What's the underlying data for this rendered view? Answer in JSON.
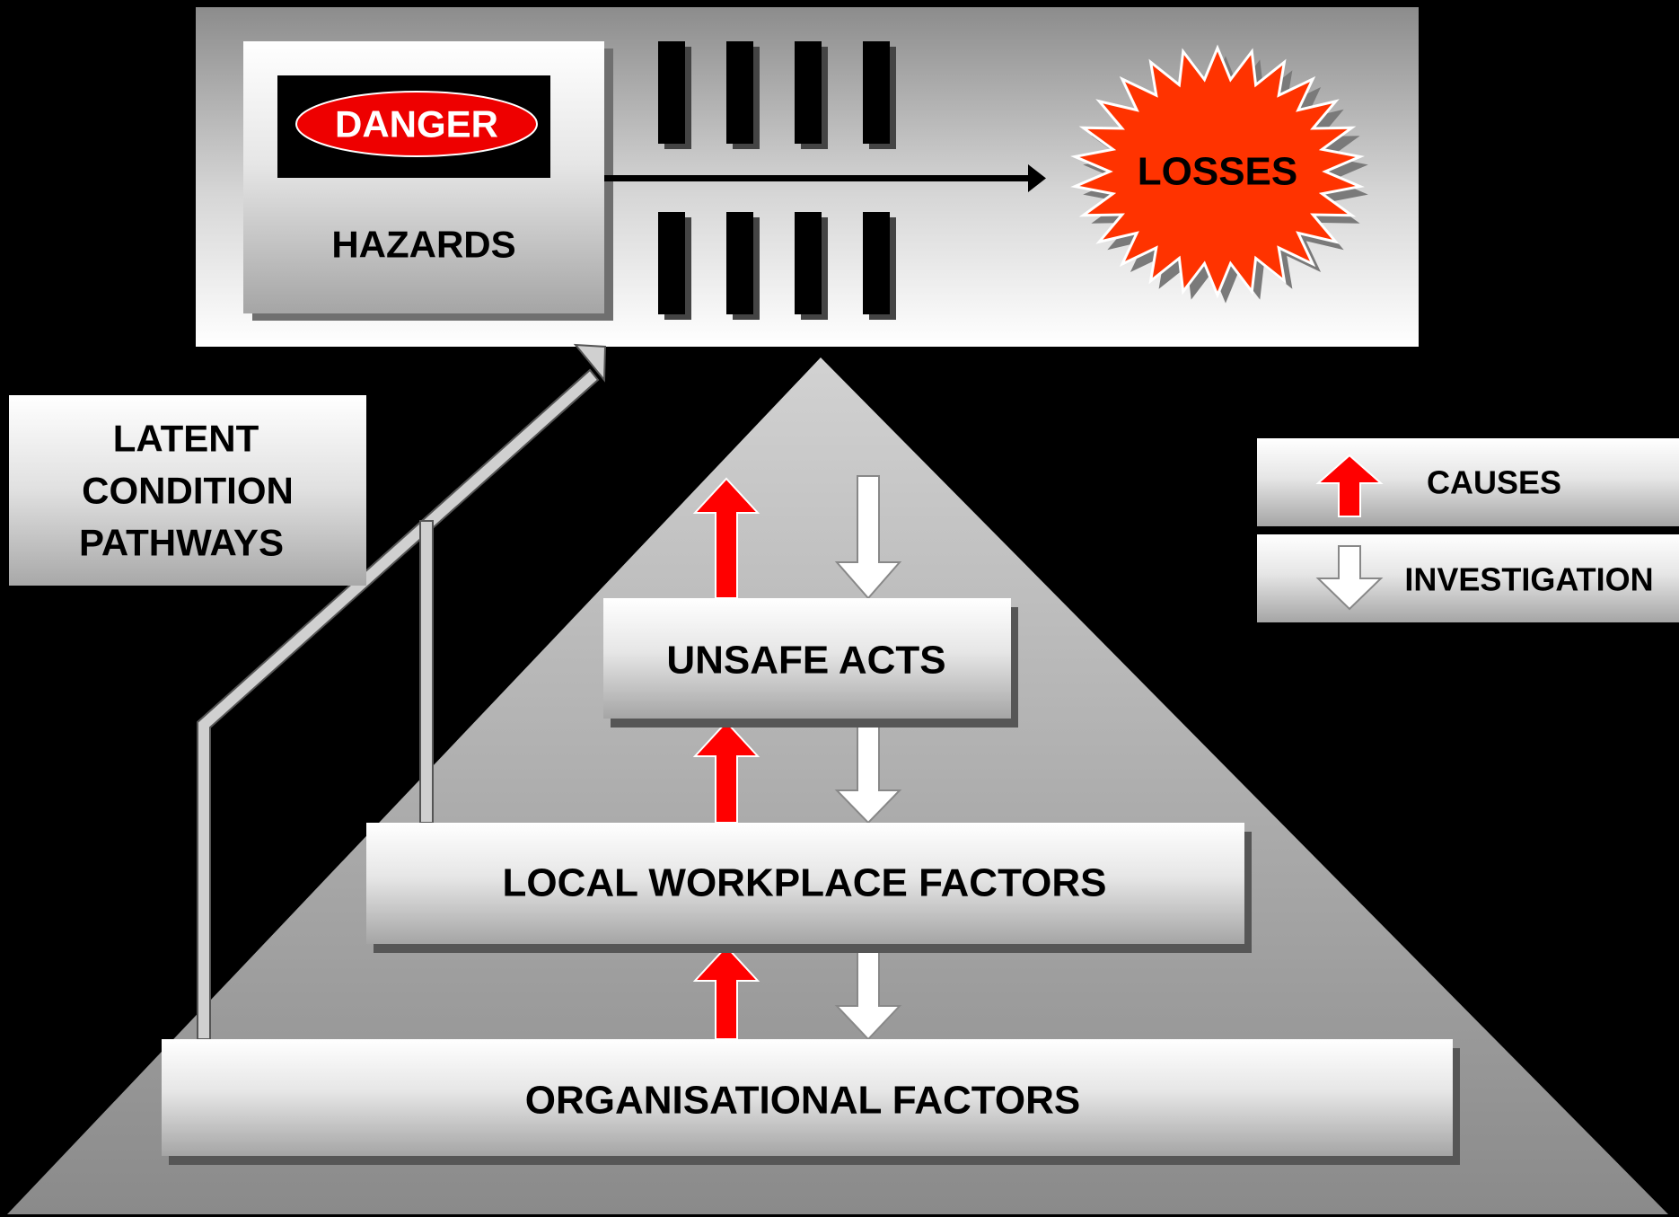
{
  "top_panel": {
    "danger_sign": "DANGER",
    "hazards_label": "HAZARDS",
    "losses_label": "LOSSES",
    "barrier_count": 8
  },
  "side_label": {
    "line1": "LATENT",
    "line2": "CONDITION",
    "line3": "PATHWAYS"
  },
  "pyramid": {
    "level_top": "UNSAFE ACTS",
    "level_middle": "LOCAL WORKPLACE FACTORS",
    "level_bottom": "ORGANISATIONAL FACTORS"
  },
  "legend": {
    "causes": "CAUSES",
    "investigation": "INVESTIGATION"
  },
  "colors": {
    "danger_red": "#ee0000",
    "losses_orange": "#ff3300",
    "causes_arrow": "#ff0000",
    "investigation_arrow": "#ffffff",
    "background": "#000000"
  }
}
